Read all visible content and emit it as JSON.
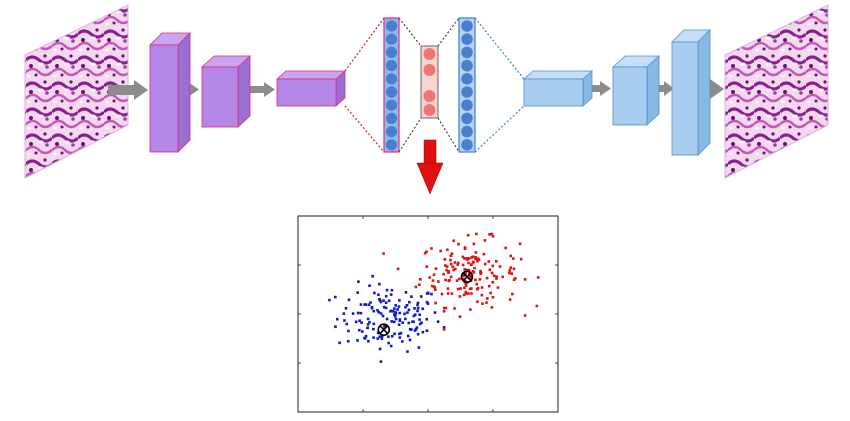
{
  "colors": {
    "encoder_face": "#b487e6",
    "encoder_top": "#c9a4f0",
    "encoder_side": "#9a6fd2",
    "encoder_edge": "#e0288a",
    "decoder_face": "#a9cdee",
    "decoder_top": "#c5def5",
    "decoder_side": "#8ab8e4",
    "decoder_edge": "#4d8fd0",
    "arrow": "#8c8c8c",
    "red_arrow": "#e01010",
    "node_blue": "#4a7fd0",
    "node_red": "#f07575",
    "tissue_base": "#f4d8ee",
    "tissue_dark": "#8a1e90",
    "tissue_mid": "#c557b8",
    "cluster_a": "#1018c0",
    "cluster_b": "#e01010",
    "centroid": "#000000"
  },
  "chart_data": {
    "type": "scatter",
    "title": "",
    "xlabel": "",
    "ylabel": "",
    "xlim": [
      0,
      10
    ],
    "ylim": [
      0,
      10
    ],
    "grid": false,
    "series": [
      {
        "color": "#1018c0",
        "center": [
          3.5,
          4.8
        ],
        "spread": [
          1.0,
          0.85
        ],
        "count": 150
      },
      {
        "color": "#e01010",
        "center": [
          6.6,
          7.1
        ],
        "spread": [
          0.95,
          0.85
        ],
        "count": 170
      }
    ],
    "centroids": [
      {
        "x": 3.3,
        "y": 4.2
      },
      {
        "x": 6.5,
        "y": 6.9
      }
    ]
  }
}
